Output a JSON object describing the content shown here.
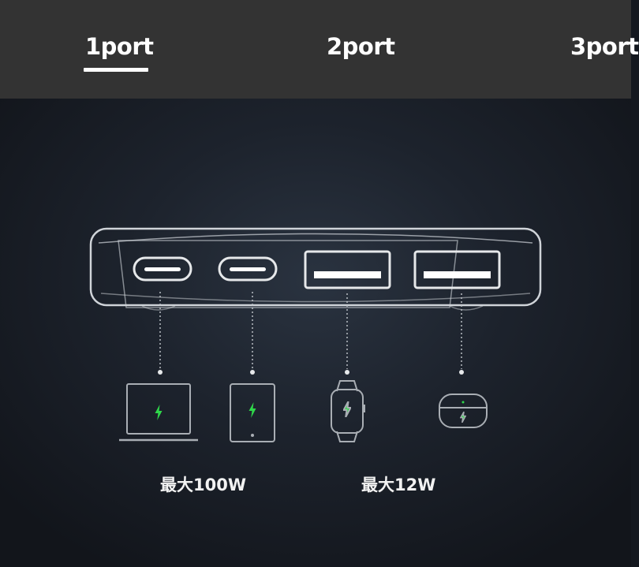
{
  "tabs": [
    {
      "label": "1port",
      "active": true
    },
    {
      "label": "2port",
      "active": false
    },
    {
      "label": "3port",
      "active": false
    }
  ],
  "ports": [
    {
      "type": "usb-c",
      "device": "laptop-icon"
    },
    {
      "type": "usb-c",
      "device": "tablet-icon"
    },
    {
      "type": "usb-a",
      "device": "smartwatch-icon"
    },
    {
      "type": "usb-a",
      "device": "earbuds-case-icon"
    }
  ],
  "power_labels": {
    "usb_c_max": "最大100W",
    "usb_a_max": "最大12W"
  },
  "colors": {
    "tabbar_bg": "#333333",
    "accent_green": "#2fd84a",
    "outline": "#cfd3d8"
  }
}
